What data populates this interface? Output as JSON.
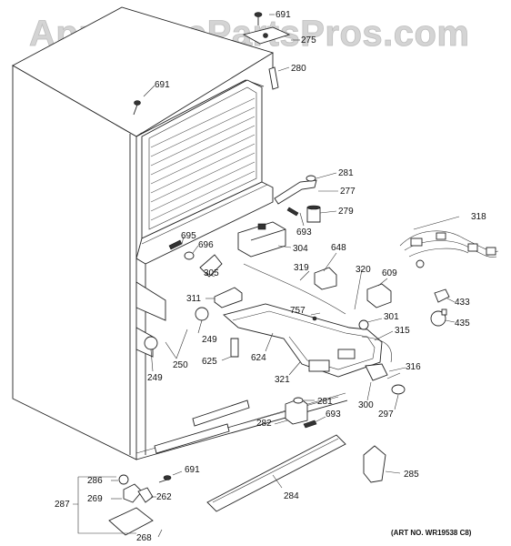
{
  "watermark": "AppliancePartsPros.com",
  "art_number": "(ART NO. WR19538 C8)",
  "part_labels": {
    "p691a": "691",
    "p275": "275",
    "p280": "280",
    "p691b": "691",
    "p281a": "281",
    "p277": "277",
    "p279": "279",
    "p318": "318",
    "p693a": "693",
    "p695": "695",
    "p696": "696",
    "p304": "304",
    "p648": "648",
    "p305": "305",
    "p319": "319",
    "p320": "320",
    "p609": "609",
    "p311": "311",
    "p757": "757",
    "p301": "301",
    "p433": "433",
    "p435": "435",
    "p315": "315",
    "p249a": "249",
    "p624": "624",
    "p625": "625",
    "p250": "250",
    "p249b": "249",
    "p321": "321",
    "p316": "316",
    "p281b": "281",
    "p300": "300",
    "p297": "297",
    "p693b": "693",
    "p282": "282",
    "p691c": "691",
    "p286": "286",
    "p285": "285",
    "p269": "269",
    "p262": "262",
    "p287": "287",
    "p284": "284",
    "p268": "268"
  }
}
